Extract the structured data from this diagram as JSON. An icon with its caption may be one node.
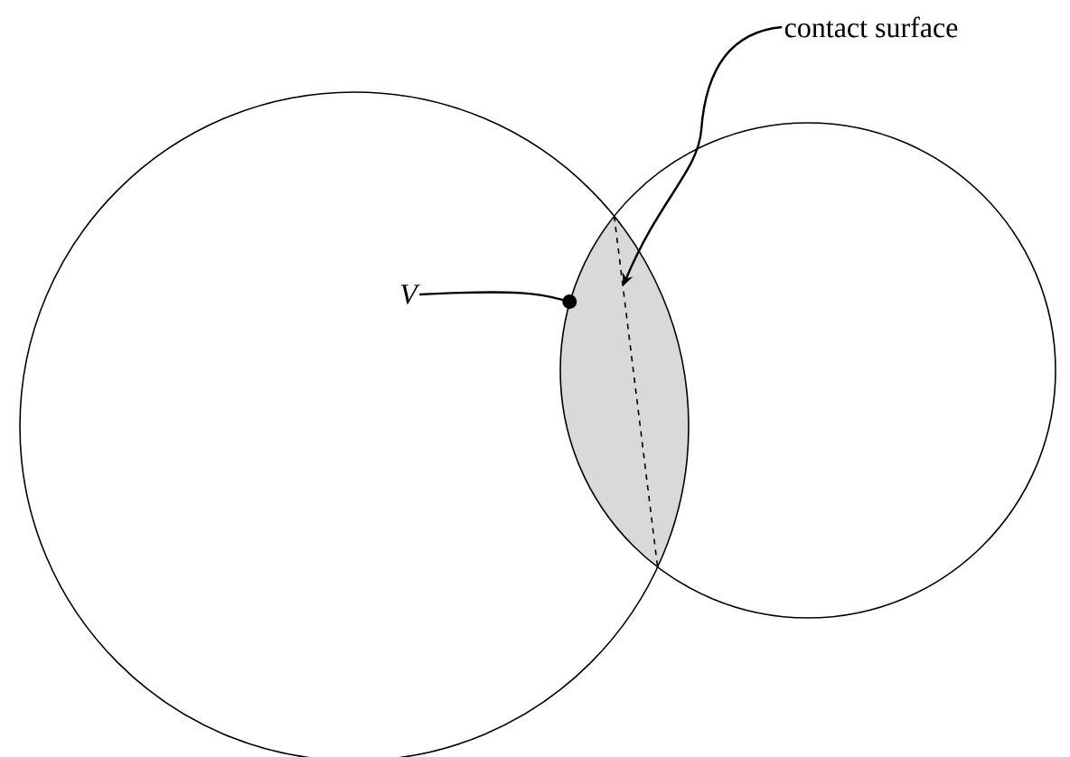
{
  "diagram": {
    "nodes": [
      {
        "text": [
          "contact surface"
        ]
      },
      {
        "text": [
          "V"
        ],
        "in": 2
      },
      {
        "text": [],
        "shape": "circle"
      },
      {
        "text": [],
        "shape": "circle"
      },
      {
        "text": [],
        "shape": "lens"
      },
      {
        "text": [],
        "shape": "line"
      }
    ],
    "edges": [
      {
        "from": 0,
        "to": 5,
        "arrow": "to"
      },
      {
        "from": 1,
        "to": 4,
        "arrow": "other"
      }
    ]
  }
}
